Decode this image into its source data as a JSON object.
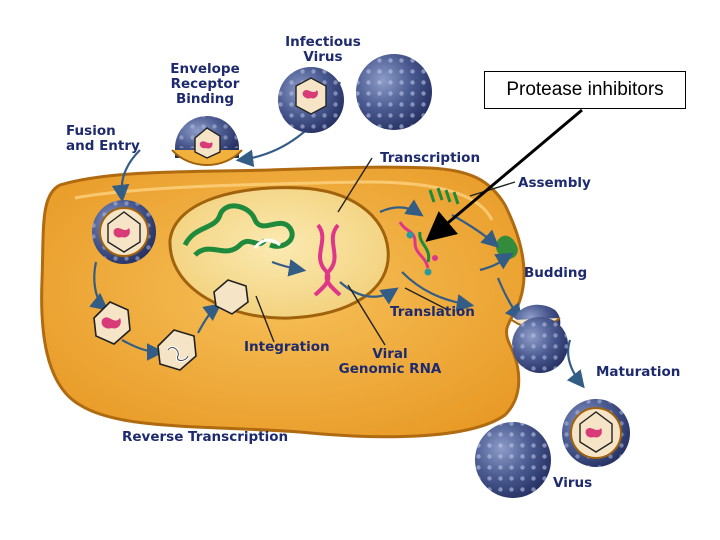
{
  "labels": {
    "infectious_virus": "Infectious\nVirus",
    "envelope_receptor_binding": "Envelope\nReceptor\nBinding",
    "fusion_and_entry": "Fusion\nand Entry",
    "transcription": "Transcription",
    "assembly": "Assembly",
    "budding": "Budding",
    "translation": "Translation",
    "integration": "Integration",
    "viral_genomic_rna": "Viral\nGenomic RNA",
    "maturation": "Maturation",
    "reverse_transcription": "Reverse Transcription",
    "virus": "Virus"
  },
  "callout": {
    "text": "Protease inhibitors"
  },
  "colors": {
    "cell_fill": "#f2b13c",
    "cell_outline": "#a0620c",
    "nucleus_fill": "#f7e09a",
    "label_text": "#1e2a6e",
    "virion_fill": "#3f4f86",
    "capsid_core": "#d83b78",
    "dna_green": "#1f8a3c",
    "rna_pink": "#e0368a",
    "arrow_blue": "#345d86"
  }
}
